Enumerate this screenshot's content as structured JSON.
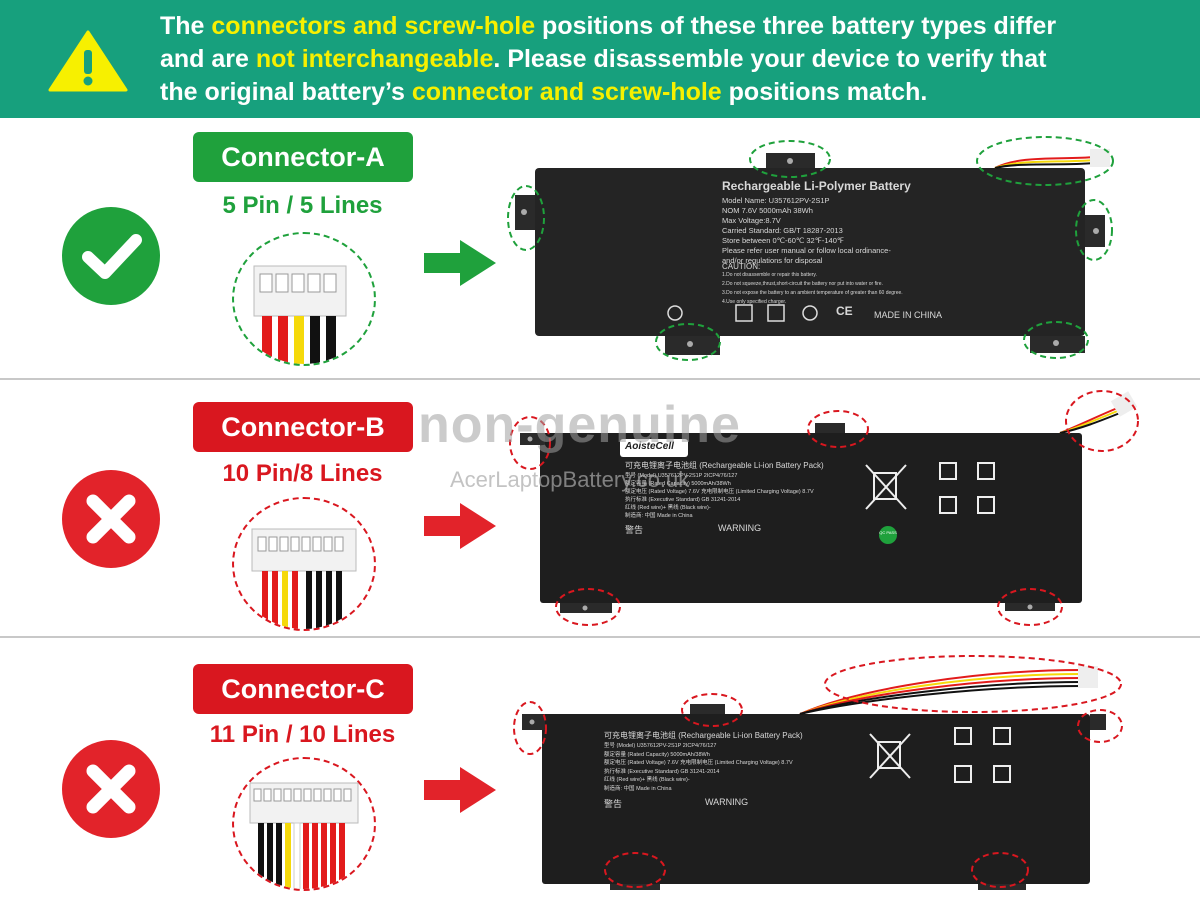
{
  "banner": {
    "line1_a": "The ",
    "line1_hl": "connectors and screw-hole",
    "line1_b": " positions of these three battery types differ",
    "line2_a": "and are ",
    "line2_hl": "not interchangeable",
    "line2_b": ". Please disassemble your device to verify that",
    "line3_a": "the original battery’s ",
    "line3_hl": "connector and screw-hole",
    "line3_b": " positions match."
  },
  "colors": {
    "banner": "#17a07d",
    "highlight": "#f7f000",
    "green": "#1fa13c",
    "red": "#d9171f"
  },
  "rows": [
    {
      "status": "check-icon",
      "connector_label": "Connector-A",
      "pins": "5 Pin / 5 Lines",
      "battery": {
        "title": "Rechargeable Li-Polymer Battery",
        "lines": [
          "Model Name: U357612PV-2S1P",
          "NOM 7.6V 5000mAh 38Wh",
          "Max Voltage:8.7V",
          "Carried Standard: GB/T 18287-2013",
          "Store between 0℃-60℃ 32℉-140℉",
          "Please refer user manual or follow local ordinance-",
          "and/or regulations for disposal"
        ],
        "caution": "CAUTION:",
        "caution_lines": [
          "1.Do not disassemble or repair this battery.",
          "2.Do not squeeze,thrust,short-circuit the battery nor put into water or fire.",
          "3.Do not expose the battery to an ambient temperature of greater than 60 degree.",
          "4.Use only specified charger."
        ],
        "made": "MADE IN CHINA",
        "ce": "CE"
      }
    },
    {
      "status": "cross-icon",
      "connector_label": "Connector-B",
      "pins": "10 Pin/8 Lines",
      "battery": {
        "brand": "AoisteCell",
        "title": "可充电锂离子电池组 (Rechargeable Li-ion Battery Pack)",
        "lines": [
          "型号 (Model) U357612PV-2S1P   2ICP4/76/127",
          "额定容量 (Rated Capacity) 5000mAh/38Wh",
          "额定电压 (Rated Voltage) 7.6V     充电限制电压 (Limited Charging Voltage) 8.7V",
          "执行标准 (Executive Standard) GB 31241-2014",
          "红线 (Red wire)+     黑线 (Black wire)-",
          "制造商: 中国   Made in China"
        ],
        "warn_cn": "警告",
        "warning": "WARNING",
        "pass": "QC PASS"
      }
    },
    {
      "status": "cross-icon",
      "connector_label": "Connector-C",
      "pins": "11 Pin / 10 Lines",
      "battery": {
        "title": "可充电锂离子电池组 (Rechargeable Li-ion Battery Pack)",
        "lines": [
          "型号 (Model) U357612PV-2S1P   2ICP4/76/127",
          "额定容量 (Rated Capacity) 5000mAh/38Wh",
          "额定电压 (Rated Voltage) 7.6V     充电限制电压 (Limited Charging Voltage) 8.7V",
          "执行标准 (Executive Standard) GB 31241-2014",
          "红线 (Red wire)+     黑线 (Black wire)-",
          "制造商: 中国   Made in China"
        ],
        "warn_cn": "警告",
        "warning": "WARNING"
      }
    }
  ],
  "watermark": {
    "main": "non-genuine",
    "site": "AcerLaptopBattery.co.uk"
  }
}
